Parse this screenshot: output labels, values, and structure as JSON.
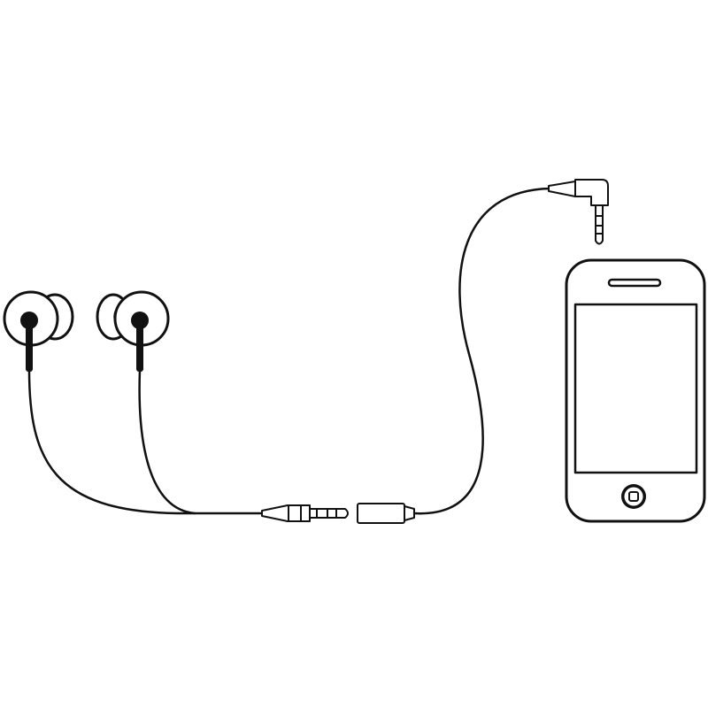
{
  "diagram": {
    "stroke_color": "#111111",
    "fill_color": "#ffffff",
    "components": [
      {
        "id": "left-earbud",
        "icon": "earbud-icon"
      },
      {
        "id": "right-earbud",
        "icon": "earbud-icon"
      },
      {
        "id": "headphone-plug",
        "icon": "audio-jack-male-icon"
      },
      {
        "id": "extension-socket",
        "icon": "audio-jack-female-icon"
      },
      {
        "id": "angled-plug",
        "icon": "right-angle-jack-icon"
      },
      {
        "id": "smartphone",
        "icon": "smartphone-icon"
      }
    ]
  }
}
